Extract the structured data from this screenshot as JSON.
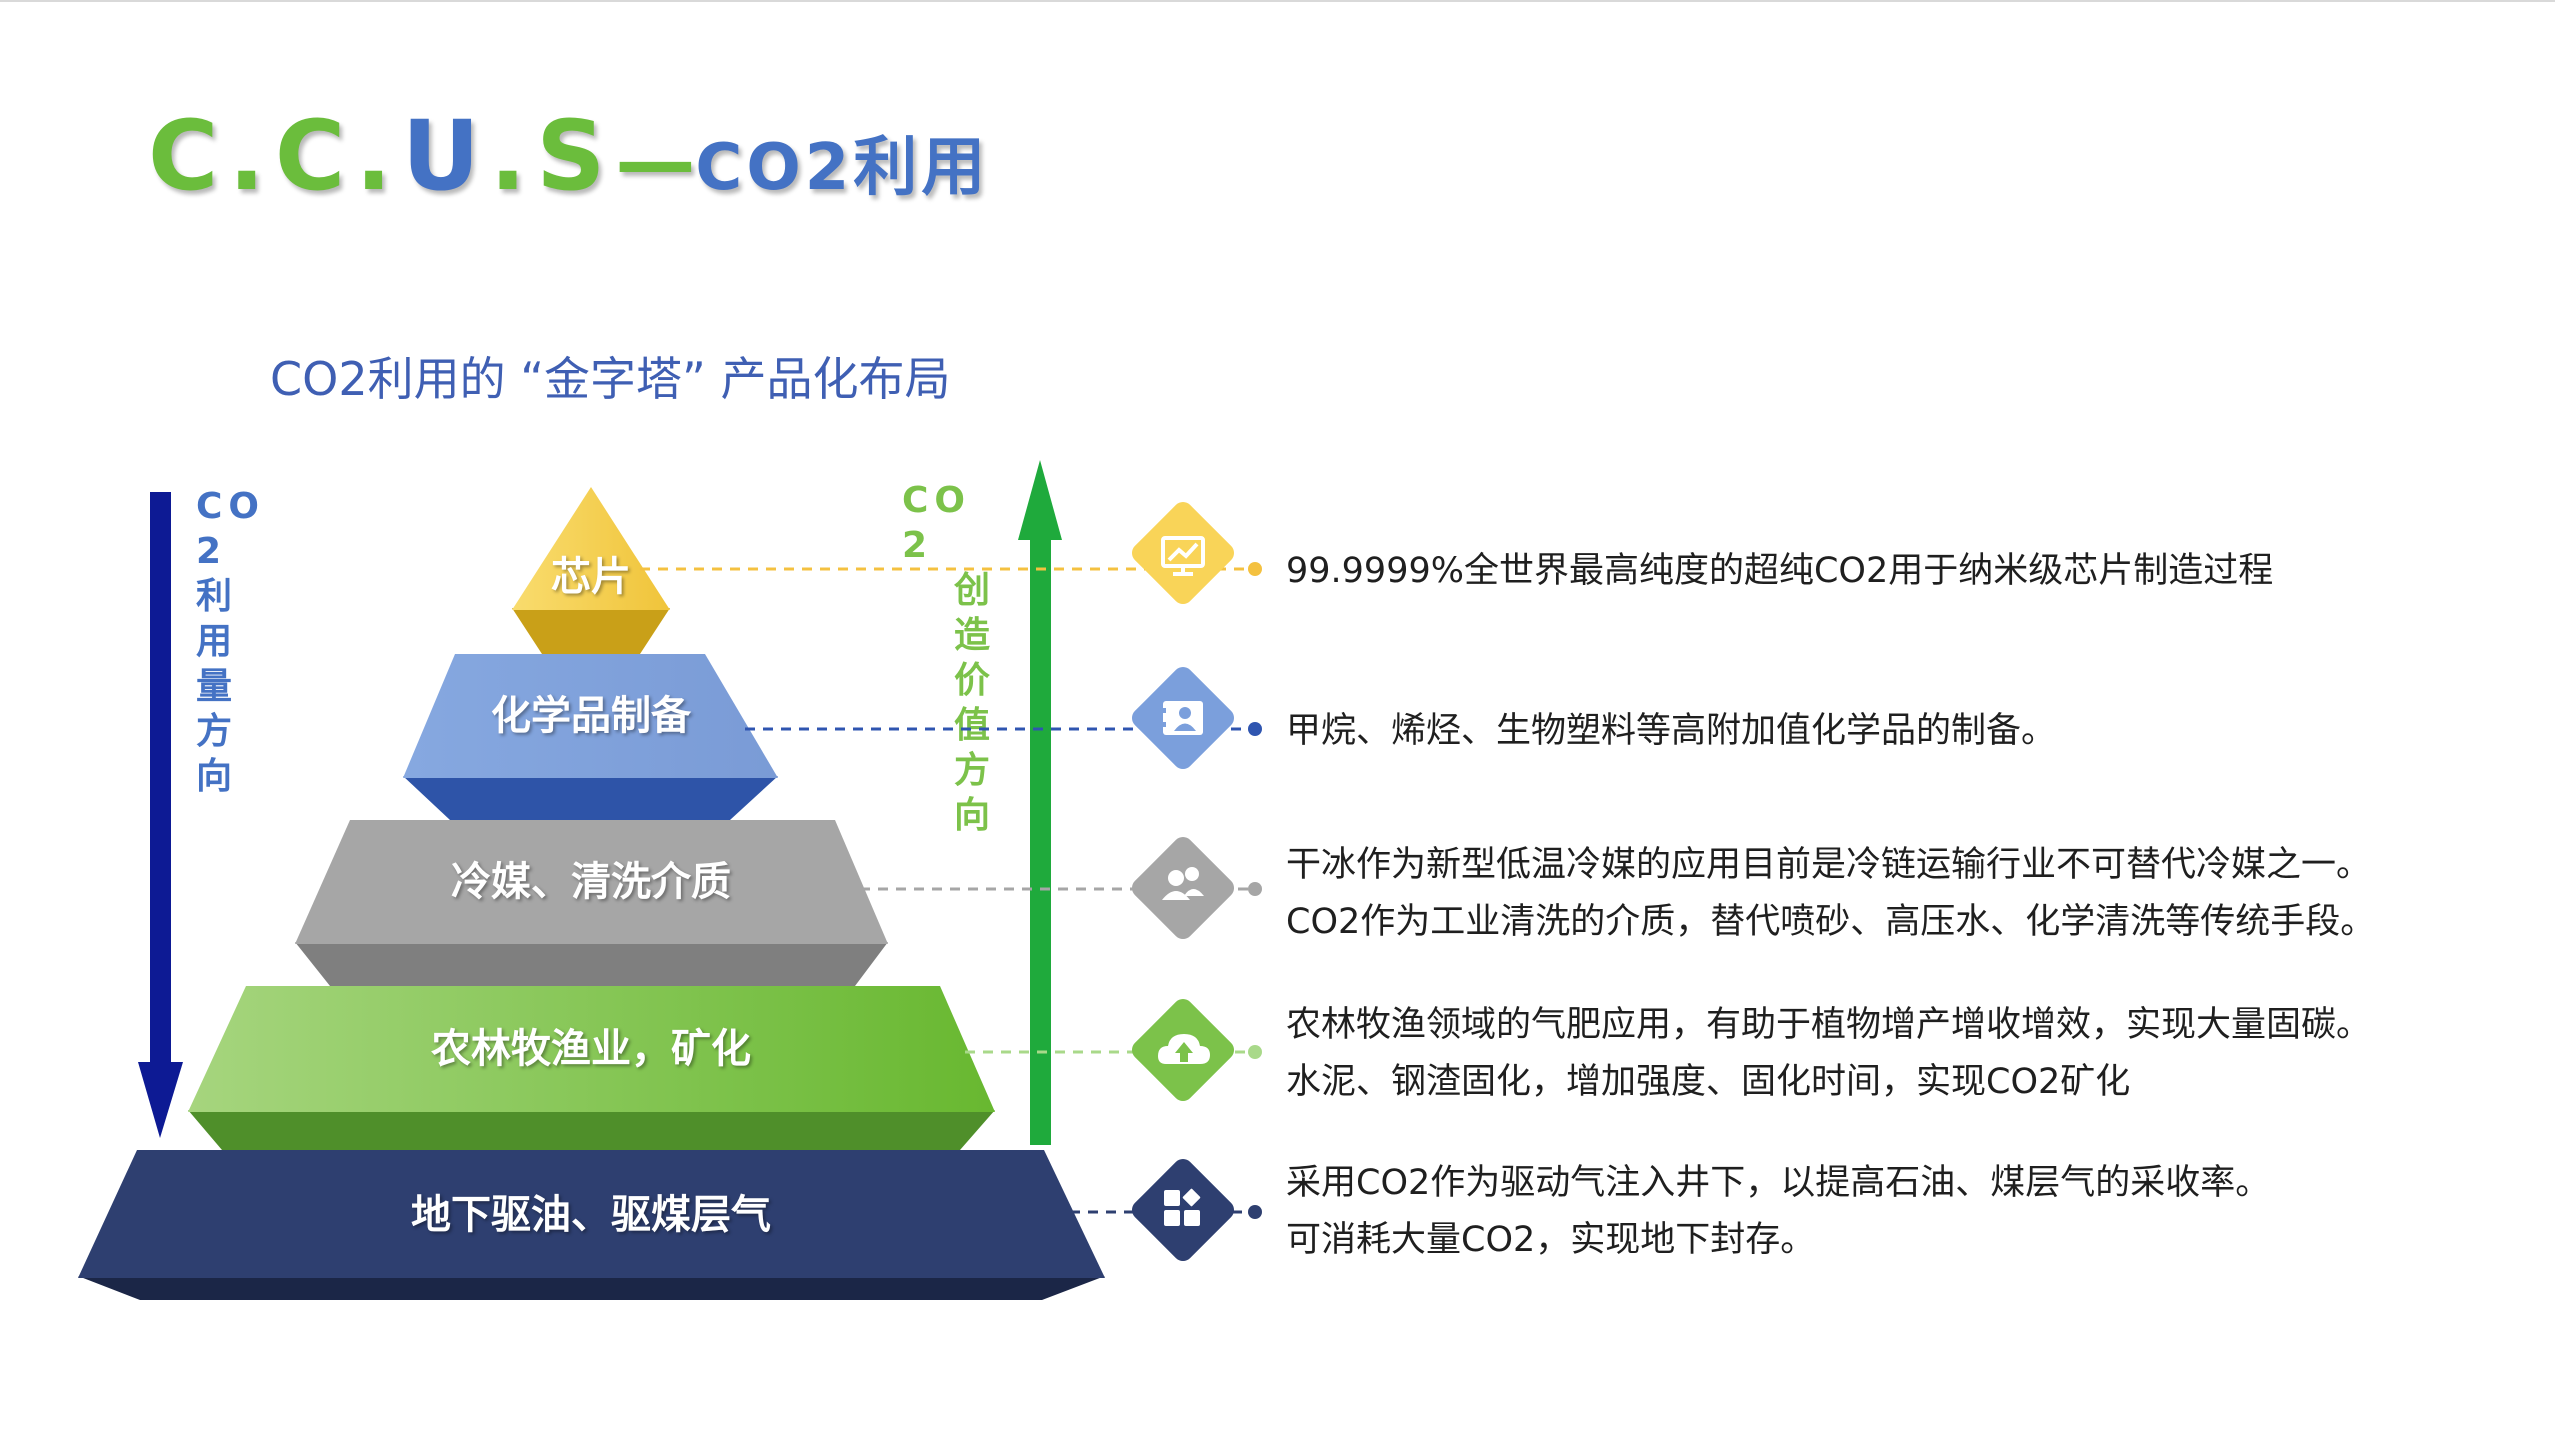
{
  "title": {
    "c1": "C.C.",
    "u": "U",
    "s": ".S",
    "dash": "—",
    "co2": "CO2利用"
  },
  "subtitle": "CO2利用的 “金字塔” 产品化布局",
  "arrows": {
    "left": {
      "line1": "CO2",
      "line2": "利用量方向"
    },
    "right": {
      "line1": "CO2",
      "line2": "创造价值方向"
    }
  },
  "tiers": [
    {
      "label": "芯片",
      "description": [
        "99.9999%全世界最高纯度的超纯CO2用于纳米级芯片制造过程"
      ],
      "icon": "monitor-chart-icon",
      "color": "#f4c94a"
    },
    {
      "label": "化学品制备",
      "description": [
        "甲烷、烯烃、生物塑料等高附加值化学品的制备。"
      ],
      "icon": "contact-card-icon",
      "color": "#7b9fdc"
    },
    {
      "label": "冷媒、清洗介质",
      "description": [
        "干冰作为新型低温冷媒的应用目前是冷链运输行业不可替代冷媒之一。",
        "CO2作为工业清洗的介质，替代喷砂、高压水、化学清洗等传统手段。"
      ],
      "icon": "users-icon",
      "color": "#a6a6a6"
    },
    {
      "label": "农林牧渔业，矿化",
      "description": [
        "农林牧渔领域的气肥应用，有助于植物增产增收增效，实现大量固碳。",
        "水泥、钢渣固化，增加强度、固化时间，实现CO2矿化"
      ],
      "icon": "cloud-upload-icon",
      "color": "#7cc24a"
    },
    {
      "label": "地下驱油、驱煤层气",
      "description": [
        "采用CO2作为驱动气注入井下，以提高石油、煤层气的采收率。",
        "可消耗大量CO2，实现地下封存。"
      ],
      "icon": "apps-grid-icon",
      "color": "#2c3e70"
    }
  ],
  "colors": {
    "green": "#6bbd3c",
    "blue": "#4472c4",
    "navy": "#0d1a94",
    "arrow_green": "#1faa3c"
  }
}
